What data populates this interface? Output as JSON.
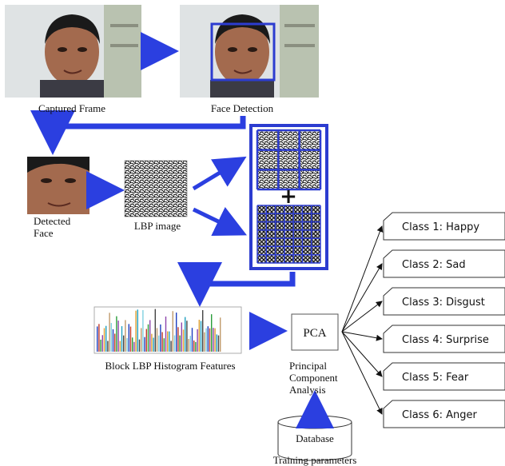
{
  "stages": {
    "captured_frame": "Captured Frame",
    "face_detection": "Face Detection",
    "detected_face_line1": "Detected",
    "detected_face_line2": "Face",
    "lbp_image": "LBP image",
    "block_lbp": "Block LBP Histogram Features",
    "pca": "PCA",
    "pca_desc_line1": "Principal",
    "pca_desc_line2": "Component",
    "pca_desc_line3": "Analysis",
    "database": "Database",
    "training": "Training parameters",
    "plus": "+"
  },
  "classes": [
    "Class 1: Happy",
    "Class 2: Sad",
    "Class 3: Disgust",
    "Class 4: Surprise",
    "Class 5: Fear",
    "Class 6: Anger"
  ],
  "colors": {
    "arrow": "#2b3fe0",
    "frame_blue": "#2c3cd0",
    "skin": "#a36a4e",
    "wall": "#d9dde0"
  }
}
